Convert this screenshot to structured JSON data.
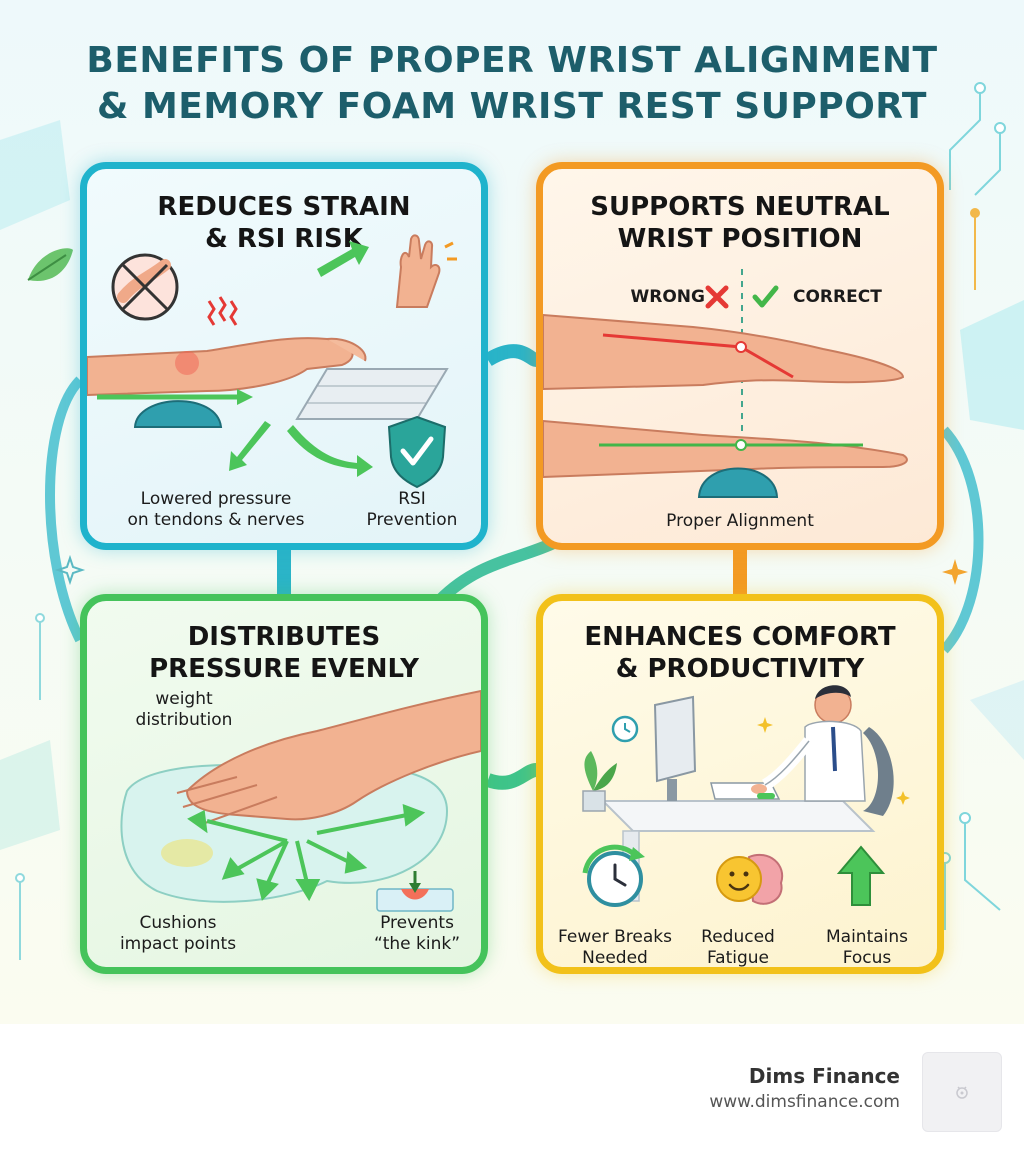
{
  "title": {
    "line1": "BENEFITS OF PROPER WRIST ALIGNMENT",
    "line2": "& MEMORY FOAM WRIST REST SUPPORT"
  },
  "panels": {
    "strain": {
      "title_line1": "REDUCES STRAIN",
      "title_line2": "& RSI RISK",
      "label_pressure_line1": "Lowered pressure",
      "label_pressure_line2": "on tendons & nerves",
      "label_rsi_line1": "RSI",
      "label_rsi_line2": "Prevention",
      "border_color": "#1fb3cc"
    },
    "neutral": {
      "title_line1": "SUPPORTS NEUTRAL",
      "title_line2": "WRIST POSITION",
      "wrong_label": "WRONG",
      "correct_label": "CORRECT",
      "bottom_label": "Proper Alignment",
      "border_color": "#f39a23"
    },
    "pressure": {
      "title_line1": "DISTRIBUTES",
      "title_line2": "PRESSURE EVENLY",
      "label_weight_line1": "weight",
      "label_weight_line2": "distribution",
      "label_cushion_line1": "Cushions",
      "label_cushion_line2": "impact points",
      "label_kink_line1": "Prevents",
      "label_kink_line2": "“the kink”",
      "border_color": "#45c35b"
    },
    "comfort": {
      "title_line1": "ENHANCES COMFORT",
      "title_line2": "& PRODUCTIVITY",
      "items": [
        {
          "line1": "Fewer Breaks",
          "line2": "Needed",
          "icon": "clock-refresh-icon"
        },
        {
          "line1": "Reduced",
          "line2": "Fatigue",
          "icon": "smile-brain-icon"
        },
        {
          "line1": "Maintains",
          "line2": "Focus",
          "icon": "up-arrow-icon"
        }
      ],
      "border_color": "#f2c11a"
    }
  },
  "footer": {
    "brand_name": "Dims Finance",
    "brand_url": "www.dimsfinance.com"
  },
  "colors": {
    "title": "#1d5e6b",
    "wrong": "#e53935",
    "correct": "#43b649",
    "arrow_green": "#4cc55a"
  }
}
